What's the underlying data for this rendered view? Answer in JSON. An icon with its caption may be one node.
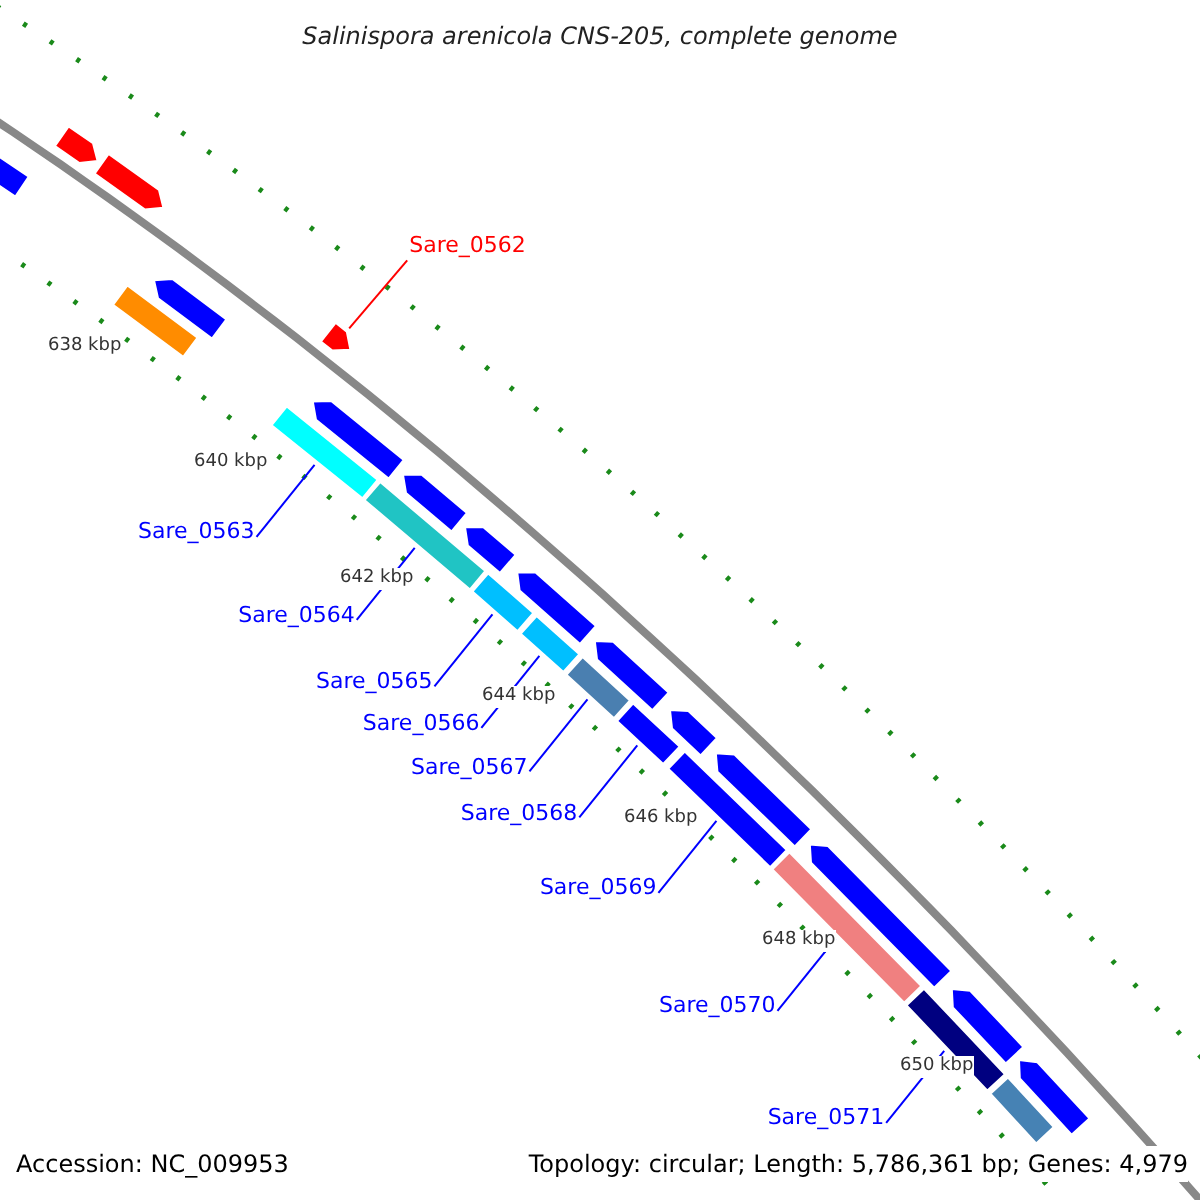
{
  "diagram": {
    "title": "Salinispora arenicola CNS-205, complete genome",
    "nodes": [
      {
        "text": [
          "Sare_0562"
        ]
      },
      {
        "text": [
          "Sare_0563"
        ]
      },
      {
        "text": [
          "Sare_0564"
        ]
      },
      {
        "text": [
          "Sare_0565"
        ]
      },
      {
        "text": [
          "Sare_0566"
        ]
      },
      {
        "text": [
          "Sare_0567"
        ]
      },
      {
        "text": [
          "Sare_0568"
        ]
      },
      {
        "text": [
          "Sare_0569"
        ]
      },
      {
        "text": [
          "Sare_0570"
        ]
      },
      {
        "text": [
          "Sare_0571"
        ]
      },
      {
        "text": [],
        "shape": "bar"
      },
      {
        "text": [],
        "shape": "bar"
      },
      {
        "text": [],
        "shape": "bar"
      },
      {
        "text": [],
        "shape": "bar"
      },
      {
        "text": [],
        "shape": "bar"
      },
      {
        "text": [],
        "shape": "bar"
      },
      {
        "text": [],
        "shape": "bar"
      },
      {
        "text": [],
        "shape": "bar"
      },
      {
        "text": [],
        "shape": "bar"
      },
      {
        "text": [],
        "shape": "bar"
      },
      {
        "text": [],
        "shape": "bar"
      },
      {
        "text": [],
        "shape": "bar"
      },
      {
        "text": [],
        "shape": "bar"
      },
      {
        "text": [],
        "shape": "bar"
      },
      {
        "text": [],
        "shape": "bar"
      },
      {
        "text": [],
        "shape": "bar"
      },
      {
        "text": [],
        "shape": "bar"
      },
      {
        "text": [],
        "shape": "bar"
      },
      {
        "text": [],
        "shape": "bar"
      },
      {
        "text": [],
        "shape": "bar"
      },
      {
        "text": [],
        "shape": "bar"
      },
      {
        "text": [],
        "shape": "bar"
      },
      {
        "text": [],
        "shape": "bar"
      },
      {
        "text": [],
        "shape": "bar"
      },
      {
        "text": [],
        "shape": "bar"
      },
      {
        "text": [],
        "shape": "bar"
      }
    ],
    "edges": [
      {
        "from": 0,
        "to": 10,
        "arrow": "none",
        "color": "#ff0000"
      },
      {
        "from": 1,
        "to": 11,
        "arrow": "none"
      },
      {
        "from": 2,
        "to": 12,
        "arrow": "none"
      },
      {
        "from": 3,
        "to": 13,
        "arrow": "none"
      },
      {
        "from": 4,
        "to": 14,
        "arrow": "none"
      },
      {
        "from": 5,
        "to": 15,
        "arrow": "none"
      },
      {
        "from": 6,
        "to": 16,
        "arrow": "none"
      },
      {
        "from": 7,
        "to": 17,
        "arrow": "none"
      },
      {
        "from": 8,
        "to": 18,
        "arrow": "none"
      },
      {
        "from": 9,
        "to": 19,
        "arrow": "none"
      }
    ],
    "labels": [
      "638 kbp",
      "640 kbp",
      "642 kbp",
      "644 kbp",
      "646 kbp",
      "648 kbp",
      "650 kbp",
      "Accession: NC_009953",
      "Topology: circular; Length: 5,786,361 bp; Genes: 4,979"
    ]
  }
}
